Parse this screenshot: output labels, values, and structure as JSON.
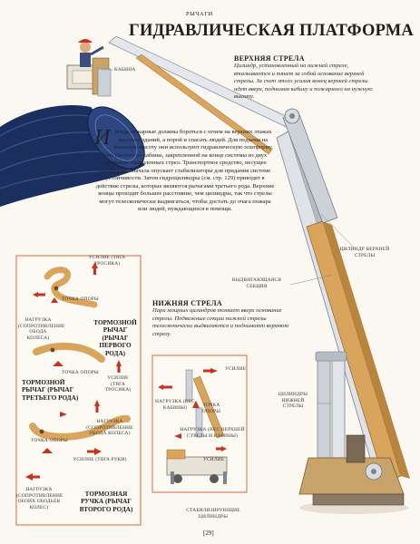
{
  "section": "РЫЧАГИ",
  "title": "ГИДРАВЛИЧЕСКАЯ ПЛАТФОРМА",
  "upper_boom": {
    "heading": "ВЕРХНЯЯ СТРЕЛА",
    "text": "Цилиндр, установленный на нижней стреле, вталкивается и тянет за собой основание верхней стрелы. За счет этого усилия конец верхней стрелы идет вверх, поднимая кабину и пожарного на нужную высоту."
  },
  "lower_boom": {
    "heading": "НИЖНЯЯ СТРЕЛА",
    "text": "Пара мощных цилиндров толкает вверх основание стрелы. Подвижные секции нижней стрелы телескопически выдвигаются и поднимают верхнюю стрелу."
  },
  "intro": {
    "drop_cap": "И",
    "text": "ногда пожарные должны бороться с огнем на верхних этажах высоких зданий, а порой и спасать людей. Для подъема на большую высоту они используют гидравлическую платформу. Она состоит из кабины, закрепленной на конце системы из двух подвижно скрепленных стрел. Транспортное средство, несущее платформу, сначала опускает стабилизаторы для придания системе устойчивости. Затем гидроцилиндры (см. стр. 129) приводят в действие стрелы, которые являются рычагами третьего рода. Верхние концы проходят большее расстояние, чем цилиндры, так что стрелы могут телескопически выдвигаться, чтобы достать до очага пожара или людей, нуждающихся в помощи."
  },
  "labels": {
    "cabin": "КАБИНА",
    "upper_cylinder": "ЦИЛИНДР ВЕРХНЕЙ СТРЕЛЫ",
    "sliding_section": "ВЫДВИГАЮЩАЯСЯ СЕКЦИЯ",
    "lower_cylinders": "ЦИЛИНДРЫ НИЖНЕЙ СТРЕЛЫ",
    "stabilizers": "СТАБИЛИЗИРУЮЩИЕ ЦИЛИНДРЫ"
  },
  "lever_box": {
    "effort_cable": "УСИЛИЕ (ТЯГА ТРОСИКА)",
    "fulcrum_1": "ТОЧКА ОПОРЫ",
    "load_1": "НАГРУЗКА (СОПРОТИВЛЕНИЕ ОБОДА КОЛЕСА)",
    "lever_1": "ТОРМОЗНОЙ РЫЧАГ (РЫЧАГ ПЕРВОГО РОДА)",
    "fulcrum_2": "ТОЧКА ОПОРЫ",
    "lever_3": "ТОРМОЗНОЙ РЫЧАГ (РЫЧАГ ТРЕТЬЕГО РОДА)",
    "effort_2": "УСИЛИЕ (ТЯГА ТРОСИКА)",
    "load_2": "НАГРУЗКА (СОПРОТИВЛЕНИЕ ОБОДА КОЛЕСА)",
    "fulcrum_3": "ТОЧКА ОПОРЫ",
    "effort_hand": "УСИЛИЕ (ТЯГА РУКИ)",
    "load_3": "НАГРУЗКА (СОПРОТИВЛЕНИЕ ОБОИХ ОБОДЬЕВ КОЛЕС)",
    "lever_2": "ТОРМОЗНАЯ РУЧКА (РЫЧАГ ВТОРОГО РОДА)"
  },
  "diagram_box": {
    "effort_1": "УСИЛИЕ",
    "load_cabin": "НАГРУЗКА (ВЕС КАБИНЫ)",
    "fulcrum": "ТОЧКА ОПОРЫ",
    "load_boom": "НАГРУЗКА (ВЕС ВЕРХНЕЙ СТРЕЛЫ И КАБИНЫ)",
    "effort_2": "УСИЛИЕ"
  },
  "page_number": "[29]",
  "colors": {
    "steel": "#cdd2d8",
    "wood": "#d9a55c",
    "box_border": "#d96a3c",
    "arrow": "#c8321e",
    "pipe": "#1b2f5e"
  }
}
